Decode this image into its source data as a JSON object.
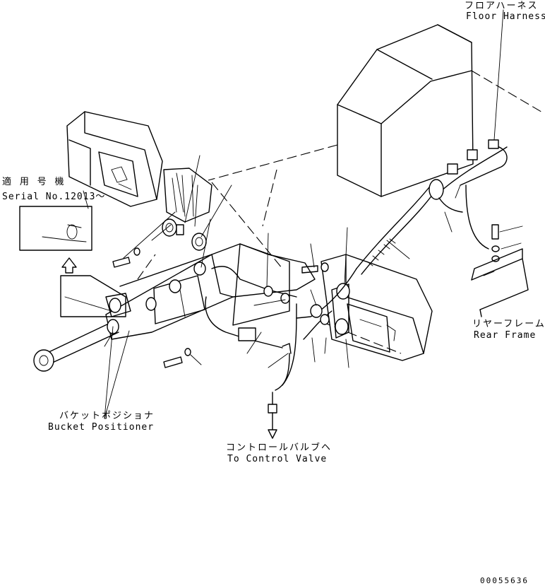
{
  "labels": {
    "floor_harness_jp": "フロアハーネス",
    "floor_harness_en": "Floor Harness",
    "serial_jp": "適 用 号 機",
    "serial_en": "Serial No.12013～",
    "rear_frame_jp": "リヤーフレーム",
    "rear_frame_en": "Rear Frame",
    "bucket_positioner_jp": "バケットポジショナ",
    "bucket_positioner_en": "Bucket Positioner",
    "control_valve_jp": "コントロールバルブヘ",
    "control_valve_en": "To Control Valve",
    "drawing_number": "00055636"
  }
}
